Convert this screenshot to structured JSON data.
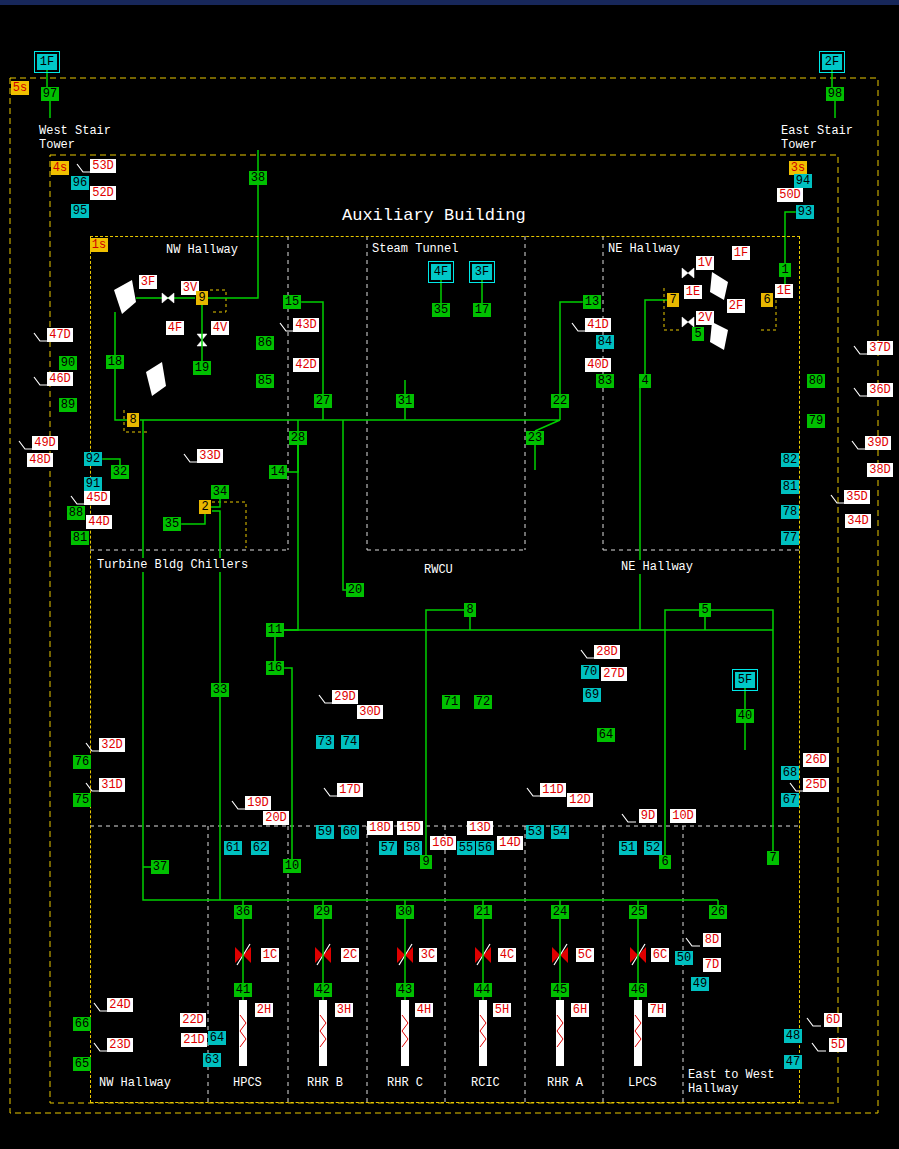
{
  "diagram": {
    "nodes": [
      {
        "text": [
          "1F"
        ]
      },
      {
        "text": [
          "2F"
        ]
      },
      {
        "text": [
          "97"
        ]
      },
      {
        "text": [
          "98"
        ]
      },
      {
        "text": [
          "5s"
        ]
      },
      {
        "text": [
          "West Stair Tower"
        ]
      },
      {
        "text": [
          "East Stair Tower"
        ]
      },
      {
        "text": [
          "4s"
        ]
      },
      {
        "text": [
          "53D"
        ]
      },
      {
        "text": [
          "3s"
        ]
      },
      {
        "text": [
          "96"
        ]
      },
      {
        "text": [
          "94"
        ]
      },
      {
        "text": [
          "52D"
        ]
      },
      {
        "text": [
          "50D"
        ]
      },
      {
        "text": [
          "38"
        ]
      },
      {
        "text": [
          "95"
        ]
      },
      {
        "text": [
          "93"
        ]
      },
      {
        "text": [
          "Auxiliary Building"
        ]
      },
      {
        "text": [
          "NW Hallway"
        ],
        "in": 17
      },
      {
        "text": [
          "Steam Tunnel"
        ],
        "in": 17
      },
      {
        "text": [
          "NE Hallway"
        ],
        "in": 17
      },
      {
        "text": [
          "1s"
        ],
        "in": 17
      },
      {
        "text": [
          "1V"
        ],
        "in": 17
      },
      {
        "text": [
          "1F"
        ],
        "in": 17
      },
      {
        "text": [
          "4F"
        ],
        "in": 17
      },
      {
        "text": [
          "3F"
        ],
        "in": 17
      },
      {
        "text": [
          "1"
        ],
        "in": 17
      },
      {
        "text": [
          "3F"
        ],
        "in": 17
      },
      {
        "text": [
          "3V"
        ],
        "in": 17
      },
      {
        "text": [
          "1E"
        ],
        "in": 17
      },
      {
        "text": [
          "7"
        ],
        "in": 17
      },
      {
        "text": [
          "1E"
        ],
        "in": 17
      },
      {
        "text": [
          "9"
        ],
        "in": 17
      },
      {
        "text": [
          "6"
        ],
        "in": 17
      },
      {
        "text": [
          "15"
        ],
        "in": 17
      },
      {
        "text": [
          "13"
        ],
        "in": 17
      },
      {
        "text": [
          "2F"
        ],
        "in": 17
      },
      {
        "text": [
          "35"
        ],
        "in": 17
      },
      {
        "text": [
          "17"
        ],
        "in": 17
      },
      {
        "text": [
          "2V"
        ],
        "in": 17
      },
      {
        "text": [
          "43D"
        ],
        "in": 17
      },
      {
        "text": [
          "41D"
        ],
        "in": 17
      },
      {
        "text": [
          "4V"
        ],
        "in": 17
      },
      {
        "text": [
          "4F"
        ],
        "in": 17
      },
      {
        "text": [
          "5"
        ],
        "in": 17
      },
      {
        "text": [
          "47D"
        ]
      },
      {
        "text": [
          "86"
        ],
        "in": 17
      },
      {
        "text": [
          "84"
        ],
        "in": 17
      },
      {
        "text": [
          "37D"
        ]
      },
      {
        "text": [
          "18"
        ],
        "in": 17
      },
      {
        "text": [
          "42D"
        ],
        "in": 17
      },
      {
        "text": [
          "40D"
        ],
        "in": 17
      },
      {
        "text": [
          "90"
        ]
      },
      {
        "text": [
          "19"
        ],
        "in": 17
      },
      {
        "text": [
          "46D"
        ]
      },
      {
        "text": [
          "85"
        ],
        "in": 17
      },
      {
        "text": [
          "83"
        ],
        "in": 17
      },
      {
        "text": [
          "4"
        ],
        "in": 17
      },
      {
        "text": [
          "80"
        ]
      },
      {
        "text": [
          "36D"
        ]
      },
      {
        "text": [
          "27"
        ],
        "in": 17
      },
      {
        "text": [
          "31"
        ],
        "in": 17
      },
      {
        "text": [
          "22"
        ],
        "in": 17
      },
      {
        "text": [
          "89"
        ]
      },
      {
        "text": [
          "8"
        ],
        "in": 17
      },
      {
        "text": [
          "79"
        ]
      },
      {
        "text": [
          "28"
        ],
        "in": 17
      },
      {
        "text": [
          "23"
        ],
        "in": 17
      },
      {
        "text": [
          "49D"
        ]
      },
      {
        "text": [
          "39D"
        ]
      },
      {
        "text": [
          "33D"
        ],
        "in": 17
      },
      {
        "text": [
          "92"
        ],
        "in": 17
      },
      {
        "text": [
          "48D"
        ]
      },
      {
        "text": [
          "82"
        ],
        "in": 17
      },
      {
        "text": [
          "38D"
        ]
      },
      {
        "text": [
          "32"
        ],
        "in": 17
      },
      {
        "text": [
          "14"
        ],
        "in": 17
      },
      {
        "text": [
          "91"
        ],
        "in": 17
      },
      {
        "text": [
          "81"
        ],
        "in": 17
      },
      {
        "text": [
          "34"
        ],
        "in": 17
      },
      {
        "text": [
          "45D"
        ],
        "in": 17
      },
      {
        "text": [
          "35D"
        ]
      },
      {
        "text": [
          "2"
        ],
        "in": 17
      },
      {
        "text": [
          "88"
        ]
      },
      {
        "text": [
          "78"
        ],
        "in": 17
      },
      {
        "text": [
          "44D"
        ],
        "in": 17
      },
      {
        "text": [
          "34D"
        ]
      },
      {
        "text": [
          "35"
        ],
        "in": 17
      },
      {
        "text": [
          "81"
        ]
      },
      {
        "text": [
          "77"
        ],
        "in": 17
      },
      {
        "text": [
          "Turbine Bldg Chillers"
        ],
        "in": 17
      },
      {
        "text": [
          "RWCU"
        ],
        "in": 17
      },
      {
        "text": [
          "NE Hallway"
        ],
        "in": 17
      },
      {
        "text": [
          "20"
        ],
        "in": 17
      },
      {
        "text": [
          "8"
        ],
        "in": 17
      },
      {
        "text": [
          "5"
        ],
        "in": 17
      },
      {
        "text": [
          "11"
        ],
        "in": 17
      },
      {
        "text": [
          "28D"
        ],
        "in": 17
      },
      {
        "text": [
          "16"
        ],
        "in": 17
      },
      {
        "text": [
          "70"
        ],
        "in": 17
      },
      {
        "text": [
          "27D"
        ],
        "in": 17
      },
      {
        "text": [
          "5F"
        ],
        "in": 17
      },
      {
        "text": [
          "33"
        ],
        "in": 17
      },
      {
        "text": [
          "69"
        ],
        "in": 17
      },
      {
        "text": [
          "29D"
        ],
        "in": 17
      },
      {
        "text": [
          "71"
        ],
        "in": 17
      },
      {
        "text": [
          "72"
        ],
        "in": 17
      },
      {
        "text": [
          "30D"
        ],
        "in": 17
      },
      {
        "text": [
          "40"
        ],
        "in": 17
      },
      {
        "text": [
          "64"
        ],
        "in": 17
      },
      {
        "text": [
          "73"
        ],
        "in": 17
      },
      {
        "text": [
          "74"
        ],
        "in": 17
      },
      {
        "text": [
          "32D"
        ],
        "in": 17
      },
      {
        "text": [
          "26D"
        ]
      },
      {
        "text": [
          "76"
        ]
      },
      {
        "text": [
          "68"
        ],
        "in": 17
      },
      {
        "text": [
          "31D"
        ],
        "in": 17
      },
      {
        "text": [
          "25D"
        ]
      },
      {
        "text": [
          "17D"
        ],
        "in": 17
      },
      {
        "text": [
          "11D"
        ],
        "in": 17
      },
      {
        "text": [
          "75"
        ]
      },
      {
        "text": [
          "67"
        ],
        "in": 17
      },
      {
        "text": [
          "12D"
        ],
        "in": 17
      },
      {
        "text": [
          "19D"
        ],
        "in": 17
      },
      {
        "text": [
          "9D"
        ],
        "in": 17
      },
      {
        "text": [
          "10D"
        ],
        "in": 17
      },
      {
        "text": [
          "20D"
        ],
        "in": 17
      },
      {
        "text": [
          "18D"
        ],
        "in": 17
      },
      {
        "text": [
          "15D"
        ],
        "in": 17
      },
      {
        "text": [
          "13D"
        ],
        "in": 17
      },
      {
        "text": [
          "59"
        ],
        "in": 17
      },
      {
        "text": [
          "60"
        ],
        "in": 17
      },
      {
        "text": [
          "53"
        ],
        "in": 17
      },
      {
        "text": [
          "54"
        ],
        "in": 17
      },
      {
        "text": [
          "16D"
        ],
        "in": 17
      },
      {
        "text": [
          "14D"
        ],
        "in": 17
      },
      {
        "text": [
          "61"
        ],
        "in": 17
      },
      {
        "text": [
          "62"
        ],
        "in": 17
      },
      {
        "text": [
          "57"
        ],
        "in": 17
      },
      {
        "text": [
          "58"
        ],
        "in": 17
      },
      {
        "text": [
          "55"
        ],
        "in": 17
      },
      {
        "text": [
          "56"
        ],
        "in": 17
      },
      {
        "text": [
          "51"
        ],
        "in": 17
      },
      {
        "text": [
          "52"
        ],
        "in": 17
      },
      {
        "text": [
          "9"
        ],
        "in": 17
      },
      {
        "text": [
          "6"
        ],
        "in": 17
      },
      {
        "text": [
          "7"
        ],
        "in": 17
      },
      {
        "text": [
          "10"
        ],
        "in": 17
      },
      {
        "text": [
          "37"
        ],
        "in": 17
      },
      {
        "text": [
          "36"
        ],
        "in": 17
      },
      {
        "text": [
          "29"
        ],
        "in": 17
      },
      {
        "text": [
          "30"
        ],
        "in": 17
      },
      {
        "text": [
          "21"
        ],
        "in": 17
      },
      {
        "text": [
          "24"
        ],
        "in": 17
      },
      {
        "text": [
          "25"
        ],
        "in": 17
      },
      {
        "text": [
          "26"
        ],
        "in": 17
      },
      {
        "text": [
          "8D"
        ],
        "in": 17
      },
      {
        "text": [
          "1C"
        ],
        "in": 17
      },
      {
        "text": [
          "2C"
        ],
        "in": 17
      },
      {
        "text": [
          "3C"
        ],
        "in": 17
      },
      {
        "text": [
          "4C"
        ],
        "in": 17
      },
      {
        "text": [
          "5C"
        ],
        "in": 17
      },
      {
        "text": [
          "6C"
        ],
        "in": 17
      },
      {
        "text": [
          "50"
        ],
        "in": 17
      },
      {
        "text": [
          "7D"
        ],
        "in": 17
      },
      {
        "text": [
          "49"
        ],
        "in": 17
      },
      {
        "text": [
          "41"
        ],
        "in": 17
      },
      {
        "text": [
          "42"
        ],
        "in": 17
      },
      {
        "text": [
          "43"
        ],
        "in": 17
      },
      {
        "text": [
          "44"
        ],
        "in": 17
      },
      {
        "text": [
          "45"
        ],
        "in": 17
      },
      {
        "text": [
          "46"
        ],
        "in": 17
      },
      {
        "text": [
          "24D"
        ],
        "in": 17
      },
      {
        "text": [
          "2H"
        ],
        "in": 17
      },
      {
        "text": [
          "3H"
        ],
        "in": 17
      },
      {
        "text": [
          "4H"
        ],
        "in": 17
      },
      {
        "text": [
          "5H"
        ],
        "in": 17
      },
      {
        "text": [
          "6H"
        ],
        "in": 17
      },
      {
        "text": [
          "7H"
        ],
        "in": 17
      },
      {
        "text": [
          "22D"
        ],
        "in": 17
      },
      {
        "text": [
          "6D"
        ]
      },
      {
        "text": [
          "66"
        ]
      },
      {
        "text": [
          "48"
        ],
        "in": 17
      },
      {
        "text": [
          "21D"
        ],
        "in": 17
      },
      {
        "text": [
          "64"
        ],
        "in": 17
      },
      {
        "text": [
          "23D"
        ],
        "in": 17
      },
      {
        "text": [
          "5D"
        ]
      },
      {
        "text": [
          "63"
        ],
        "in": 17
      },
      {
        "text": [
          "47"
        ],
        "in": 17
      },
      {
        "text": [
          "65"
        ]
      },
      {
        "text": [
          "NW Hallway"
        ],
        "in": 17
      },
      {
        "text": [
          "HPCS"
        ],
        "in": 17
      },
      {
        "text": [
          "RHR B"
        ],
        "in": 17
      },
      {
        "text": [
          "RHR C"
        ],
        "in": 17
      },
      {
        "text": [
          "RCIC"
        ],
        "in": 17
      },
      {
        "text": [
          "RHR A"
        ],
        "in": 17
      },
      {
        "text": [
          "LPCS"
        ],
        "in": 17
      },
      {
        "text": [
          "East to West Hallway"
        ],
        "in": 17
      }
    ],
    "edges": [
      {
        "from": 0,
        "to": 2,
        "arrow": "none"
      },
      {
        "from": 1,
        "to": 3,
        "arrow": "none"
      },
      {
        "from": 14,
        "to": 32,
        "arrow": "none"
      },
      {
        "from": 32,
        "to": 53,
        "arrow": "none"
      },
      {
        "from": 49,
        "to": 64,
        "arrow": "none"
      },
      {
        "from": 34,
        "to": 60,
        "arrow": "none"
      },
      {
        "from": 24,
        "to": 37,
        "arrow": "none"
      },
      {
        "from": 25,
        "to": 38,
        "arrow": "none"
      },
      {
        "from": 35,
        "to": 62,
        "arrow": "none"
      },
      {
        "from": 16,
        "to": 26,
        "arrow": "none"
      },
      {
        "from": 26,
        "to": 31,
        "arrow": "none"
      },
      {
        "from": 71,
        "to": 75,
        "arrow": "none"
      },
      {
        "from": 87,
        "to": 82,
        "arrow": "none"
      },
      {
        "from": 79,
        "to": 82,
        "arrow": "none"
      },
      {
        "from": 66,
        "to": 76,
        "arrow": "none"
      },
      {
        "from": 66,
        "to": 96,
        "arrow": "none"
      },
      {
        "from": 96,
        "to": 98,
        "arrow": "none"
      },
      {
        "from": 98,
        "to": 147,
        "arrow": "none"
      },
      {
        "from": 94,
        "to": 144,
        "arrow": "none"
      },
      {
        "from": 95,
        "to": 145,
        "arrow": "none"
      },
      {
        "from": 95,
        "to": 146,
        "arrow": "none"
      },
      {
        "from": 101,
        "to": 108,
        "arrow": "none"
      },
      {
        "from": 149,
        "to": 166,
        "arrow": "none"
      },
      {
        "from": 150,
        "to": 167,
        "arrow": "none"
      },
      {
        "from": 151,
        "to": 168,
        "arrow": "none"
      },
      {
        "from": 152,
        "to": 169,
        "arrow": "none"
      },
      {
        "from": 153,
        "to": 170,
        "arrow": "none"
      },
      {
        "from": 154,
        "to": 171,
        "arrow": "none"
      }
    ]
  }
}
